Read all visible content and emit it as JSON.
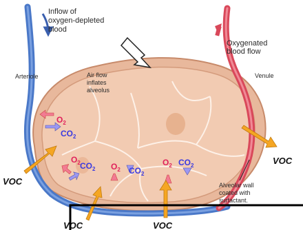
{
  "labels": {
    "inflow": [
      "Inflow of",
      "oxygen-depleted",
      "blood"
    ],
    "arteriole": "Arteriole",
    "airflow": [
      "Air flow",
      "inflates",
      "alveolus"
    ],
    "oxygenated": [
      "Oxygenated",
      "blood flow"
    ],
    "venule": "Venule",
    "alveolar_wall": [
      "Alveolar wall",
      "coated with",
      "surfactant."
    ]
  },
  "gases": {
    "o2": "O",
    "co2": "CO",
    "sub": "2"
  },
  "voc": "VOC",
  "colors": {
    "alveolus": "#f0c9ae",
    "arteriole": "#4a78c8",
    "venule": "#d9485a",
    "voc_arrow": "#f5a623",
    "o2_arrow": "#f27b92",
    "co2_arrow": "#9c98f2"
  }
}
